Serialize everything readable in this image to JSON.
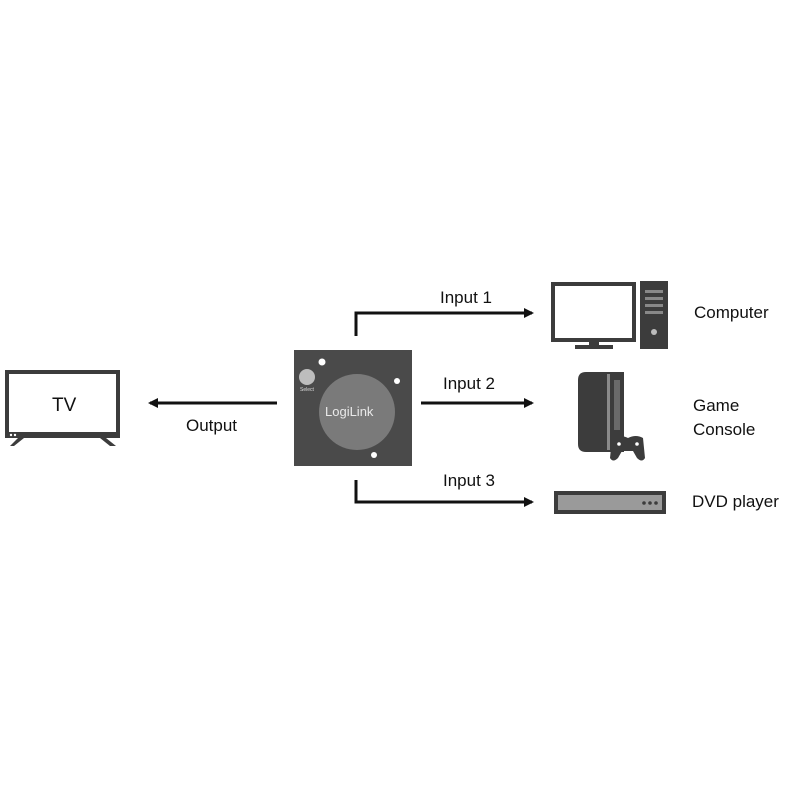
{
  "devices": {
    "tv": "TV",
    "computer": "Computer",
    "game_console": "Game Console",
    "dvd_player": "DVD player"
  },
  "switch": {
    "brand": "LogiLink",
    "select_label": "Select"
  },
  "connections": {
    "output": "Output",
    "input_1": "Input 1",
    "input_2": "Input 2",
    "input_3": "Input 3"
  },
  "colors": {
    "switch_body": "#4a4a4a",
    "dial": "#7a7a7a",
    "screen_frame": "#3c3c3c",
    "arrow": "#111111"
  }
}
